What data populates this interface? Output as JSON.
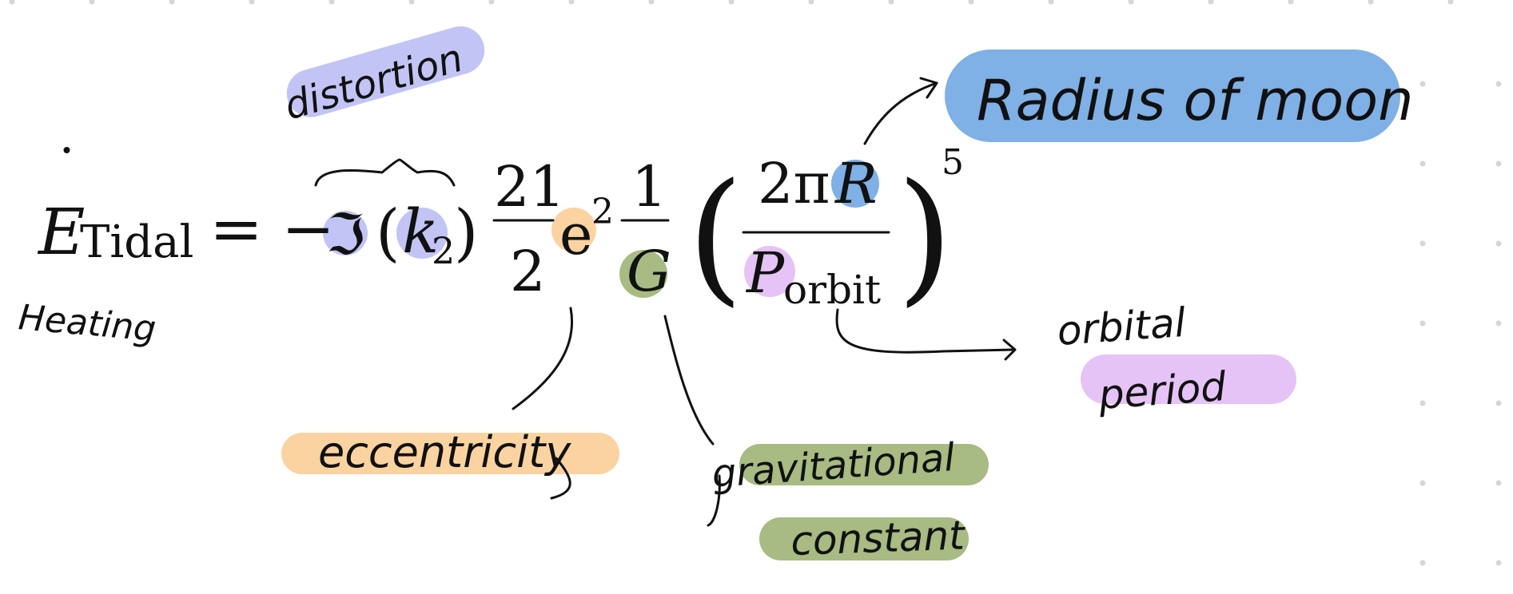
{
  "equation": {
    "lhs_symbol": "E",
    "lhs_dot": "˙",
    "lhs_subscript": "Tidal",
    "equals": "=",
    "minus": "−",
    "imag_symbol": "ℑ",
    "open_paren": "(",
    "k_symbol": "k",
    "k_subscript": "2",
    "close_paren": ")",
    "frac1_numerator": "21",
    "frac1_denominator": "2",
    "e_symbol": "e",
    "e_exponent": "2",
    "frac2_numerator": "1",
    "frac2_denominator": "G",
    "big_open_paren": "(",
    "frac3_num_2pi": "2π",
    "frac3_num_R": "R",
    "frac3_den_P": "P",
    "frac3_den_subscript": "orbit",
    "big_close_paren": ")",
    "outer_exponent": "5"
  },
  "annotations": {
    "distortion": "distortion",
    "heating": "Heating",
    "radius": "Radius of moon",
    "orbital_line1": "orbital",
    "orbital_line2": "period",
    "eccentricity": "eccentricity",
    "gravitational_line1": "gravitational",
    "gravitational_line2": "constant"
  },
  "colors": {
    "lavender": "#c2c4f6",
    "blue": "#7fb0e6",
    "orange": "#fbd3a0",
    "green": "#a7bb82",
    "pink": "#e6c3f6",
    "dot_grid": "#d6d6d6"
  }
}
